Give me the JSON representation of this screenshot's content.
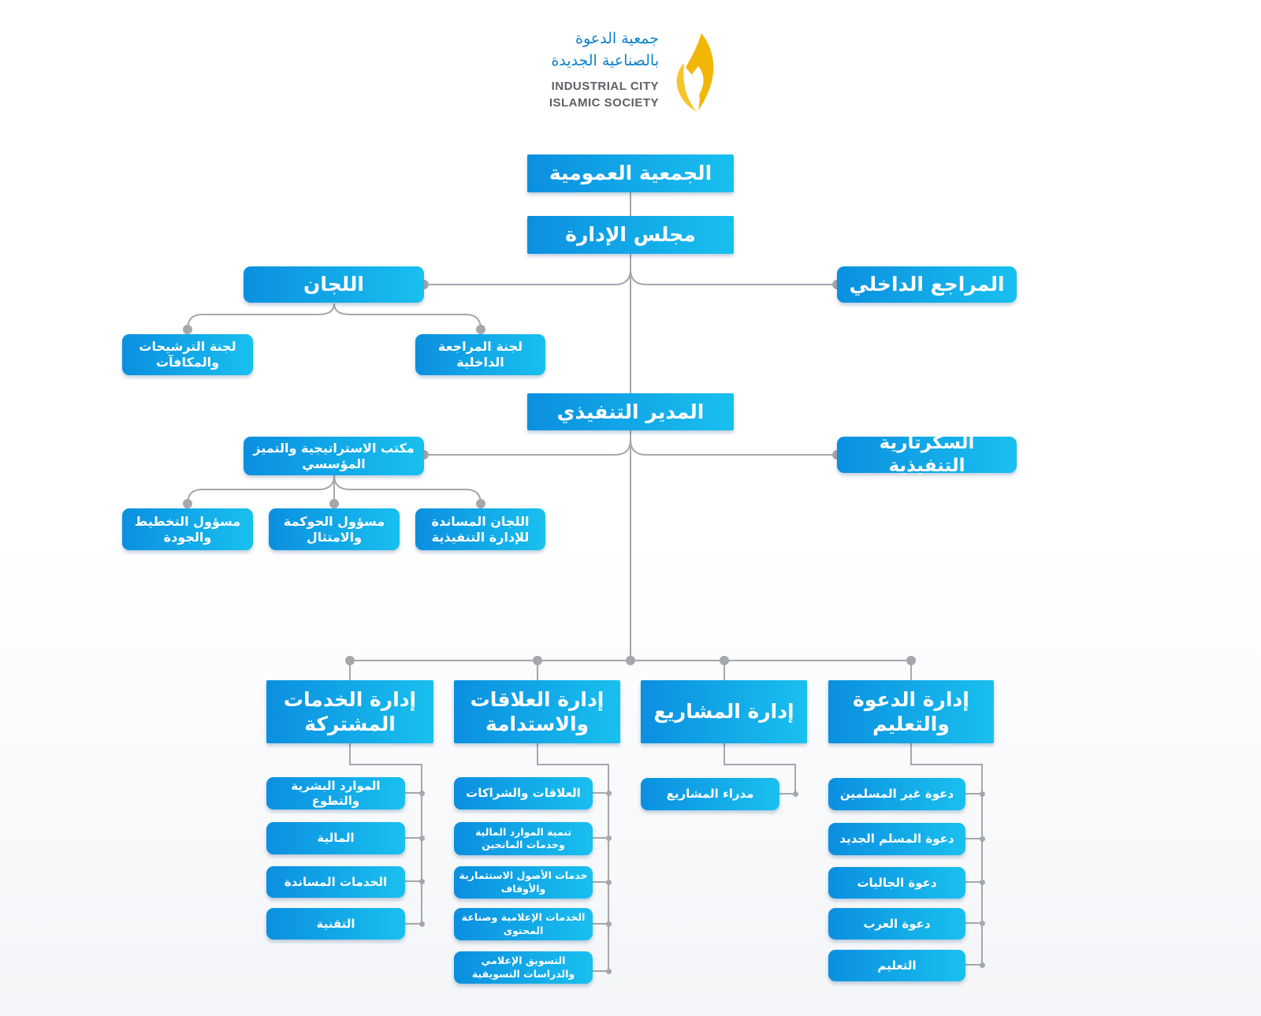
{
  "logo": {
    "arabic_line1": "جمعية الدعوة",
    "arabic_line2": "بالصناعية الجديدة",
    "english_line1": "INDUSTRIAL CITY",
    "english_line2": "ISLAMIC SOCIETY"
  },
  "colors": {
    "box_start": "#0b8fe0",
    "box_end": "#19c0ef",
    "connector": "#a4a8ad",
    "logo_gold": "#f2b705",
    "logo_blue": "#0e83c9"
  },
  "top": {
    "general_assembly": "الجمعية العمومية",
    "board": "مجلس الإدارة",
    "internal_auditor": "المراجع الداخلي",
    "committees": "اللجان",
    "committee_internal_audit": "لجنة المراجعة الداخلية",
    "committee_nominations": "لجنة الترشيحات والمكافآت",
    "executive_director": "المدير التنفيذي",
    "executive_secretariat": "السكرتارية التنفيذية",
    "strategy_office": "مكتب الاستراتيجية والتميز المؤسسي",
    "support_committees": "اللجان المساندة للإدارة التنفيذية",
    "governance_officer": "مسؤول الحوكمة والامتثال",
    "planning_officer": "مسؤول التخطيط والجودة"
  },
  "departments": [
    {
      "title": "إدارة الدعوة والتعليم",
      "units": [
        "دعوة غير المسلمين",
        "دعوة المسلم الجديد",
        "دعوة الجاليات",
        "دعوة العرب",
        "التعليم"
      ]
    },
    {
      "title": "إدارة المشاريع",
      "units": [
        "مدراء المشاريع"
      ]
    },
    {
      "title": "إدارة العلاقات والاستدامة",
      "units": [
        "العلاقات والشراكات",
        "تنمية الموارد المالية وخدمات المانحين",
        "خدمات الأصول الاستثمارية والأوقاف",
        "الخدمات الإعلامية وصناعة المحتوى",
        "التسويق الإعلامي والدراسات التسويقية"
      ]
    },
    {
      "title": "إدارة الخدمات المشتركة",
      "units": [
        "الموارد البشرية والتطوع",
        "المالية",
        "الخدمات المساندة",
        "التقنية"
      ]
    }
  ]
}
